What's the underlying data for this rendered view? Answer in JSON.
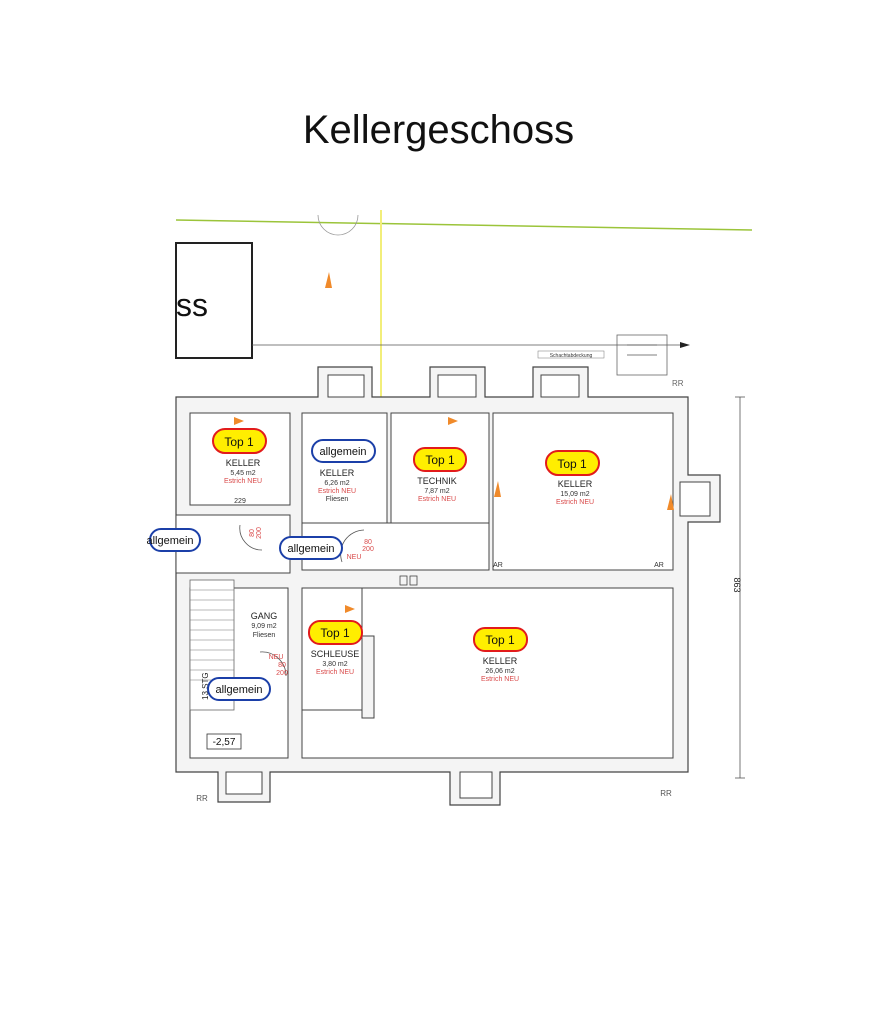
{
  "page": {
    "title": "Kellergeschoss"
  },
  "plan": {
    "top_box_text": "ss",
    "stair_label": "13 STG",
    "level": "-2,57",
    "dimension_height": "863",
    "dimension_width": "229",
    "rr_marks": [
      "RR",
      "RR",
      "RR"
    ],
    "ar_marks": [
      "AR",
      "AR"
    ],
    "note_top": "Schachtabdeckung"
  },
  "rooms": [
    {
      "id": "keller1",
      "tag": "Top 1",
      "tag_type": "top",
      "name": "KELLER",
      "area": "5,45 m2",
      "note": "Estrich NEU"
    },
    {
      "id": "keller2",
      "tag": "allgemein",
      "tag_type": "allgemein",
      "name": "KELLER",
      "area": "6,26 m2",
      "note": "Estrich NEU",
      "floor": "Fliesen"
    },
    {
      "id": "technik",
      "tag": "Top 1",
      "tag_type": "top",
      "name": "TECHNIK",
      "area": "7,87 m2",
      "note": "Estrich NEU"
    },
    {
      "id": "keller3",
      "tag": "Top 1",
      "tag_type": "top",
      "name": "KELLER",
      "area": "15,09 m2",
      "note": "Estrich NEU"
    },
    {
      "id": "gang",
      "name": "GANG",
      "area": "9,09 m2",
      "floor": "Fliesen"
    },
    {
      "id": "schleuse",
      "tag": "Top 1",
      "tag_type": "top",
      "name": "SCHLEUSE",
      "area": "3,80 m2",
      "note": "Estrich NEU"
    },
    {
      "id": "keller4",
      "tag": "Top 1",
      "tag_type": "top",
      "name": "KELLER",
      "area": "26,06 m2",
      "note": "Estrich NEU"
    }
  ],
  "extra_tags": [
    {
      "id": "left-edge",
      "text": "allgemein"
    },
    {
      "id": "corridor",
      "text": "allgemein"
    },
    {
      "id": "stair",
      "text": "allgemein"
    }
  ],
  "doors": [
    {
      "id": "door-keller2",
      "width": "80",
      "height": "200",
      "note": "NEU"
    },
    {
      "id": "door-keller1",
      "width": "80",
      "height": "200"
    },
    {
      "id": "door-schleuse",
      "width": "80",
      "height": "200",
      "note": "NEU"
    }
  ],
  "colors": {
    "top_fill": "#ffee00",
    "top_stroke": "#e21b1b",
    "allgemein_stroke": "#1b3fa8",
    "grade_line": "#9bc43a",
    "axis_line": "#f2ee7a"
  }
}
